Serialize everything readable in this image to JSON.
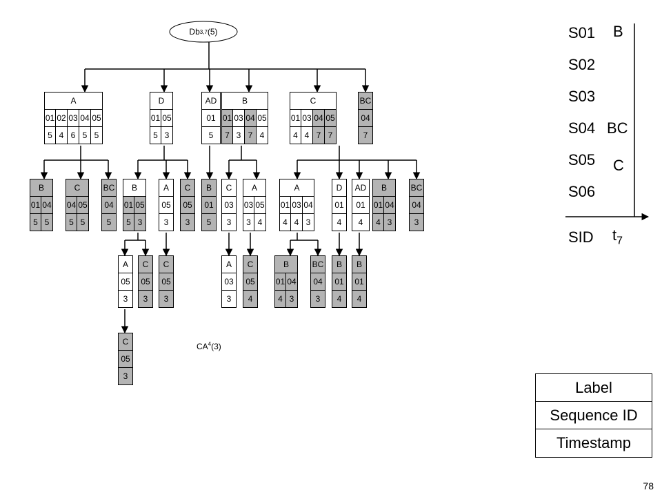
{
  "root": {
    "label": "Db",
    "sup": "3,7",
    "suffix": "(5)"
  },
  "annotation": {
    "label": "CA",
    "sup": "4",
    "suffix": "(3)"
  },
  "nodes": [
    {
      "id": "L1-A",
      "label": "A",
      "ids": [
        "01",
        "02",
        "03",
        "04",
        "05"
      ],
      "counts": [
        "5",
        "4",
        "6",
        "5",
        "5"
      ],
      "shaded": []
    },
    {
      "id": "L1-D",
      "label": "D",
      "ids": [
        "01",
        "05"
      ],
      "counts": [
        "5",
        "3"
      ],
      "shaded": []
    },
    {
      "id": "L1-AD",
      "label": "AD",
      "ids": [
        "01"
      ],
      "counts": [
        "5"
      ],
      "shaded": []
    },
    {
      "id": "L1-B",
      "label": "B",
      "ids": [
        "01",
        "03",
        "04",
        "05"
      ],
      "counts": [
        "7",
        "3",
        "7",
        "4"
      ],
      "shaded": [
        0,
        2
      ]
    },
    {
      "id": "L1-C",
      "label": "C",
      "ids": [
        "01",
        "03",
        "04",
        "05"
      ],
      "counts": [
        "4",
        "4",
        "7",
        "7"
      ],
      "shaded": [
        2,
        3
      ]
    },
    {
      "id": "L1-BC",
      "label": "BC",
      "ids": [
        "04"
      ],
      "counts": [
        "7"
      ],
      "shaded": [
        0
      ],
      "shadedLabel": true
    },
    {
      "id": "L2-B",
      "label": "B",
      "ids": [
        "01",
        "04"
      ],
      "counts": [
        "5",
        "5"
      ],
      "shaded": [
        0,
        1
      ],
      "shadedLabel": true
    },
    {
      "id": "L2-C",
      "label": "C",
      "ids": [
        "04",
        "05"
      ],
      "counts": [
        "5",
        "5"
      ],
      "shaded": [
        0,
        1
      ],
      "shadedLabel": true
    },
    {
      "id": "L2-BC",
      "label": "BC",
      "ids": [
        "04"
      ],
      "counts": [
        "5"
      ],
      "shaded": [
        0
      ],
      "shadedLabel": true
    },
    {
      "id": "L2-DB",
      "label": "B",
      "ids": [
        "01",
        "05"
      ],
      "counts": [
        "5",
        "3"
      ],
      "shaded": [
        0,
        1
      ],
      "shadedLabel": false
    },
    {
      "id": "L2-DA",
      "label": "A",
      "ids": [
        "05"
      ],
      "counts": [
        "3"
      ],
      "shaded": []
    },
    {
      "id": "L2-DC",
      "label": "C",
      "ids": [
        "05"
      ],
      "counts": [
        "3"
      ],
      "shaded": [
        0
      ],
      "shadedLabel": true
    },
    {
      "id": "L2-ADB",
      "label": "B",
      "ids": [
        "01"
      ],
      "counts": [
        "5"
      ],
      "shaded": [
        0
      ],
      "shadedLabel": true
    },
    {
      "id": "L2-BC2",
      "label": "C",
      "ids": [
        "03"
      ],
      "counts": [
        "3"
      ],
      "shaded": []
    },
    {
      "id": "L2-BA",
      "label": "A",
      "ids": [
        "03",
        "05"
      ],
      "counts": [
        "3",
        "4"
      ],
      "shaded": []
    },
    {
      "id": "L2-CA",
      "label": "A",
      "ids": [
        "01",
        "03",
        "04"
      ],
      "counts": [
        "4",
        "4",
        "3"
      ],
      "shaded": []
    },
    {
      "id": "L2-CD",
      "label": "D",
      "ids": [
        "01"
      ],
      "counts": [
        "4"
      ],
      "shaded": []
    },
    {
      "id": "L2-CAD",
      "label": "AD",
      "ids": [
        "01"
      ],
      "counts": [
        "4"
      ],
      "shaded": []
    },
    {
      "id": "L2-CB",
      "label": "B",
      "ids": [
        "01",
        "04"
      ],
      "counts": [
        "4",
        "3"
      ],
      "shaded": [
        0,
        1
      ],
      "shadedLabel": true
    },
    {
      "id": "L2-CBC",
      "label": "BC",
      "ids": [
        "04"
      ],
      "counts": [
        "3"
      ],
      "shaded": [
        0
      ],
      "shadedLabel": true
    },
    {
      "id": "L3-A",
      "label": "A",
      "ids": [
        "05"
      ],
      "counts": [
        "3"
      ],
      "shaded": []
    },
    {
      "id": "L3-C1",
      "label": "C",
      "ids": [
        "05"
      ],
      "counts": [
        "3"
      ],
      "shaded": [
        0
      ],
      "shadedLabel": true
    },
    {
      "id": "L3-C2",
      "label": "C",
      "ids": [
        "05"
      ],
      "counts": [
        "3"
      ],
      "shaded": [
        0
      ],
      "shadedLabel": true
    },
    {
      "id": "L3-A2",
      "label": "A",
      "ids": [
        "03"
      ],
      "counts": [
        "3"
      ],
      "shaded": []
    },
    {
      "id": "L3-C3",
      "label": "C",
      "ids": [
        "05"
      ],
      "counts": [
        "4"
      ],
      "shaded": [
        0
      ],
      "shadedLabel": true
    },
    {
      "id": "L3-B",
      "label": "B",
      "ids": [
        "01",
        "04"
      ],
      "counts": [
        "4",
        "3"
      ],
      "shaded": [
        0,
        1
      ],
      "shadedLabel": true
    },
    {
      "id": "L3-BC",
      "label": "BC",
      "ids": [
        "04"
      ],
      "counts": [
        "3"
      ],
      "shaded": [
        0
      ],
      "shadedLabel": true
    },
    {
      "id": "L3-B2",
      "label": "B",
      "ids": [
        "01"
      ],
      "counts": [
        "4"
      ],
      "shaded": [
        0
      ],
      "shadedLabel": true
    },
    {
      "id": "L3-B3",
      "label": "B",
      "ids": [
        "01"
      ],
      "counts": [
        "4"
      ],
      "shaded": [
        0
      ],
      "shadedLabel": true
    },
    {
      "id": "L4-C",
      "label": "C",
      "ids": [
        "05"
      ],
      "counts": [
        "3"
      ],
      "shaded": [
        0
      ],
      "shadedLabel": true
    }
  ],
  "sequence_table": {
    "rows": [
      {
        "sid": "S01",
        "label": "B"
      },
      {
        "sid": "S02",
        "label": ""
      },
      {
        "sid": "S03",
        "label": ""
      },
      {
        "sid": "S04",
        "label": "BC"
      },
      {
        "sid": "S05",
        "label": "C"
      },
      {
        "sid": "S06",
        "label": ""
      }
    ],
    "sid_header": "SID",
    "time_header": "t",
    "time_sub": "7"
  },
  "legend": {
    "label": "Label",
    "sequence_id": "Sequence ID",
    "timestamp": "Timestamp"
  },
  "page_number": "78"
}
